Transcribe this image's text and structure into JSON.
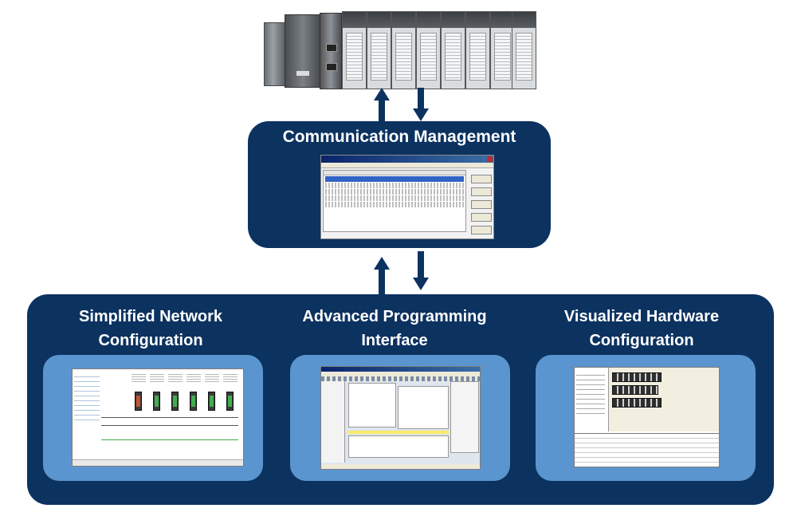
{
  "comm": {
    "title": "Communication Management"
  },
  "columns": [
    {
      "title": "Simplified Network Configuration"
    },
    {
      "title": "Advanced Programming Interface"
    },
    {
      "title": "Visualized Hardware Configuration"
    }
  ],
  "icons": {
    "arrow_up": "arrow-up-icon",
    "arrow_down": "arrow-down-icon"
  },
  "colors": {
    "navy": "#0c3260",
    "panel_blue": "#5b95cf",
    "background": "#ffffff"
  }
}
